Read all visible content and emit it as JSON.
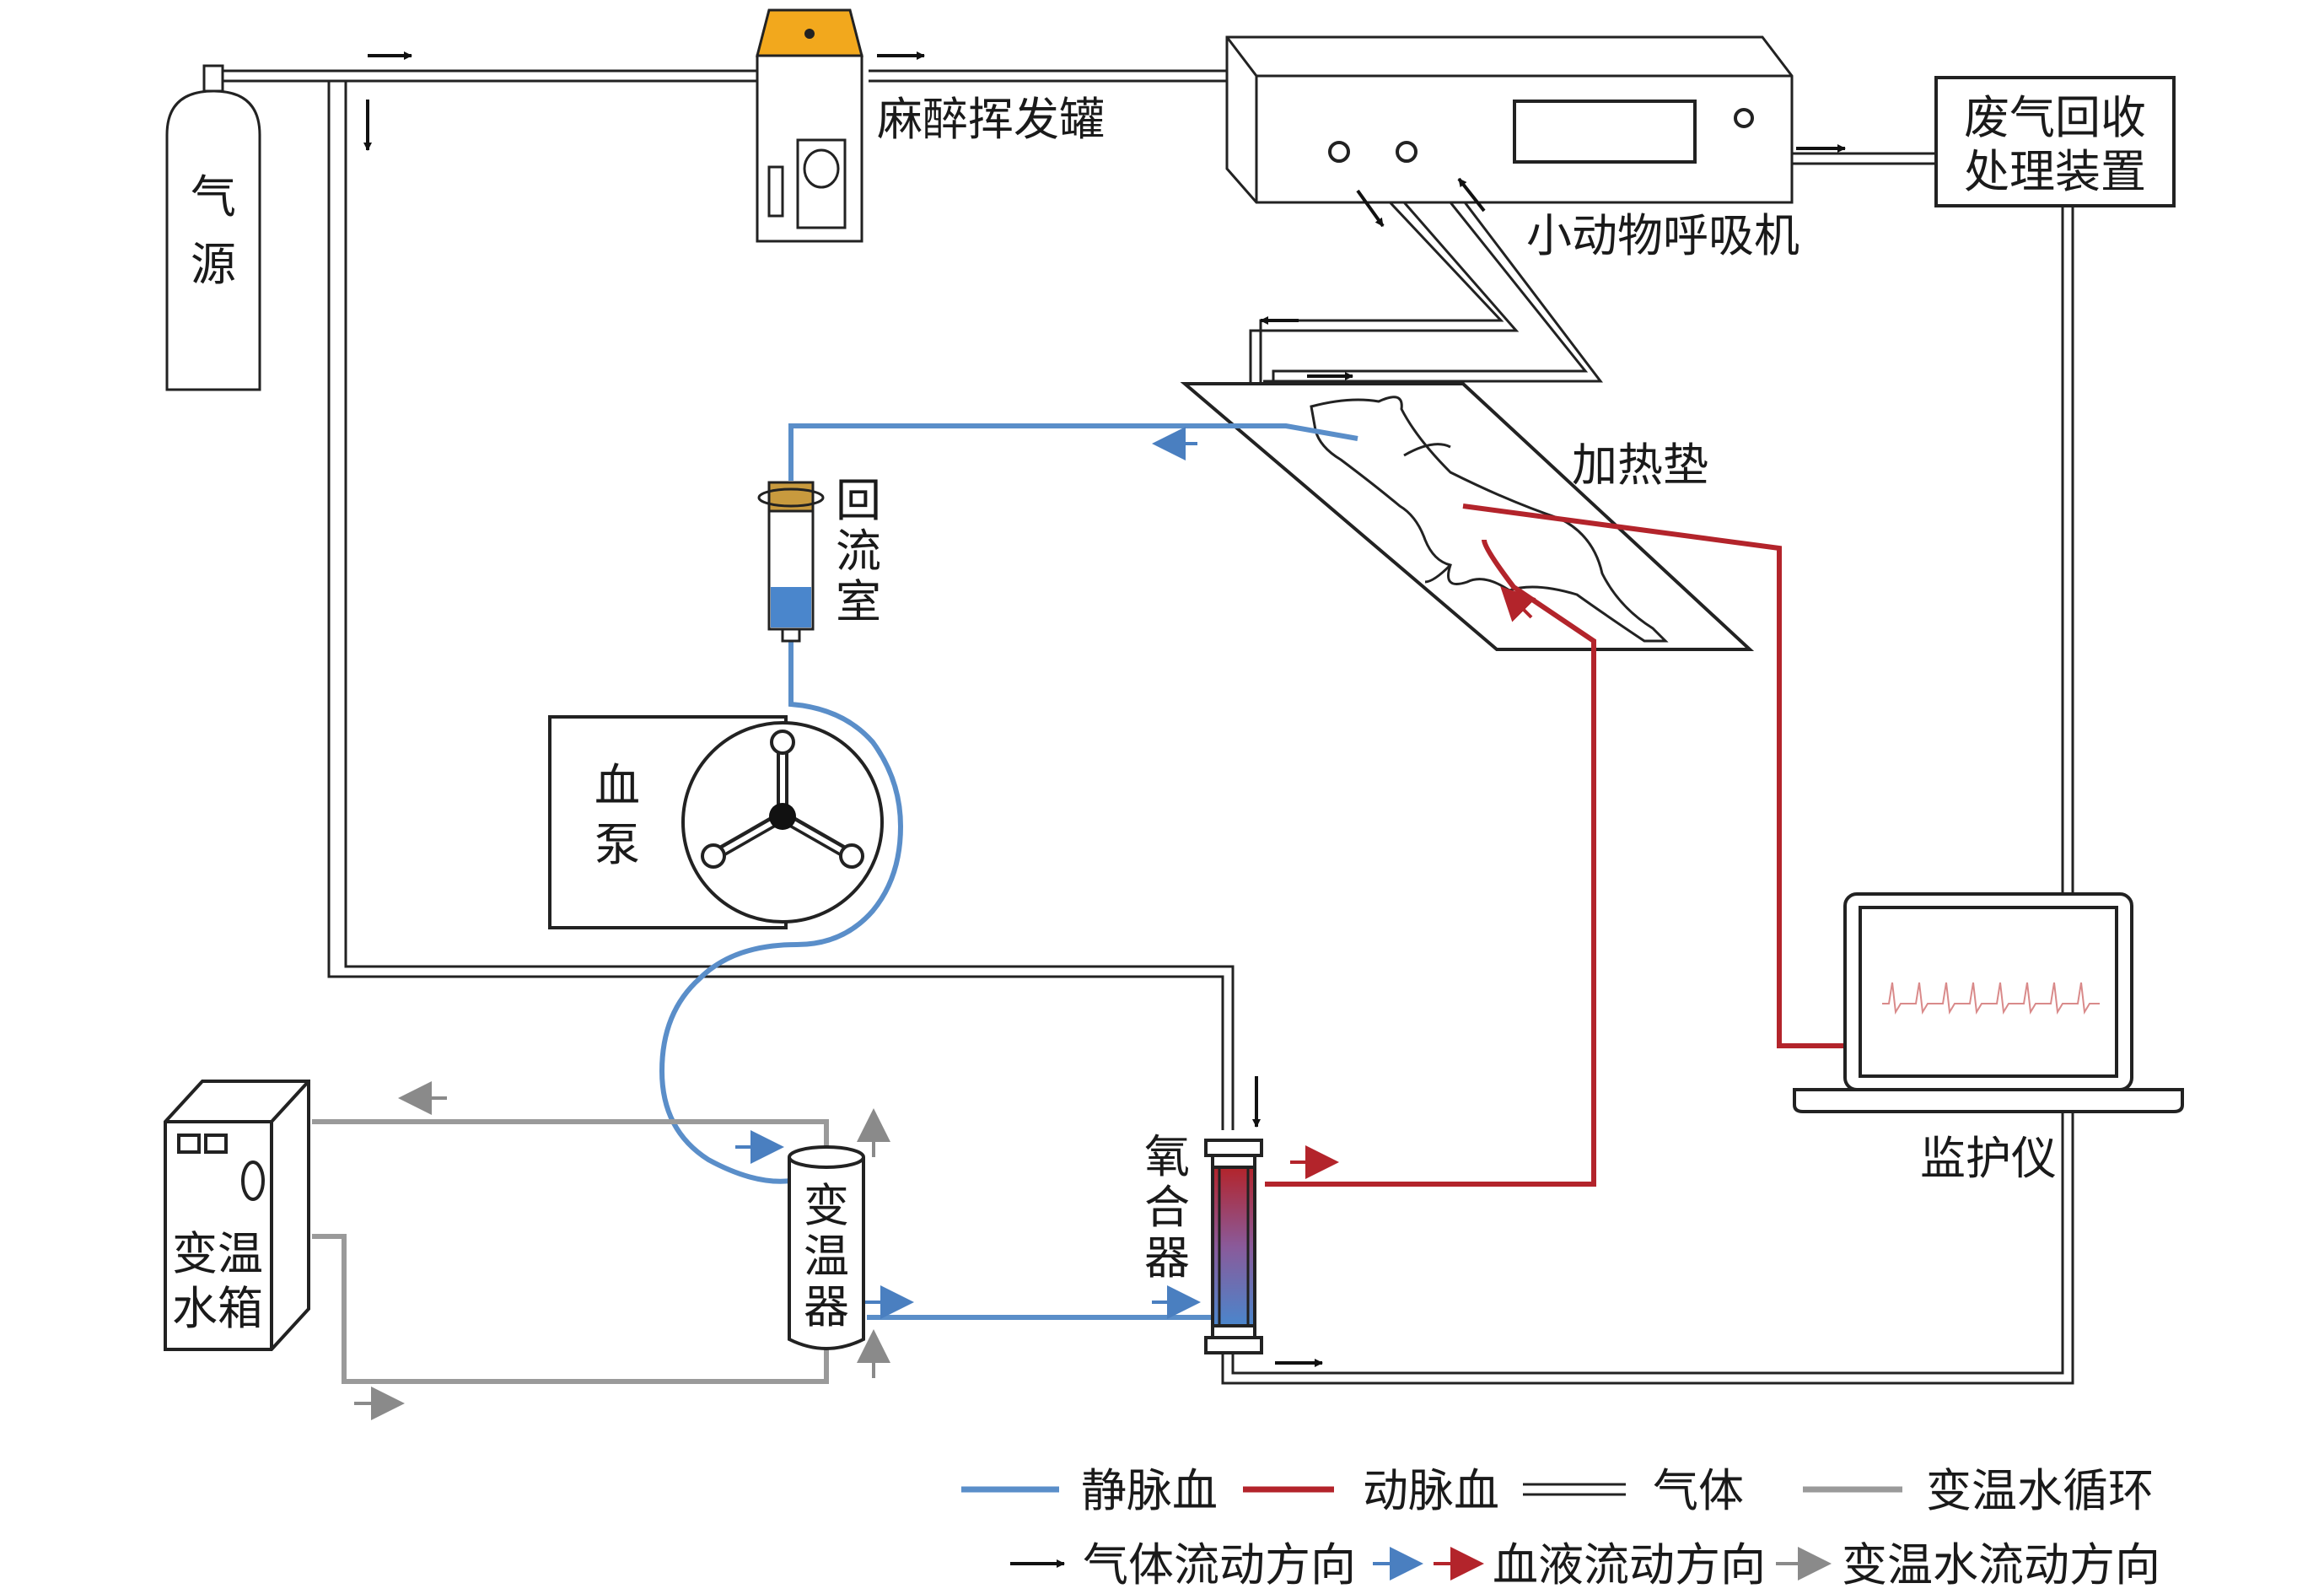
{
  "colors": {
    "venous": "#5a8ec9",
    "arterial": "#b3242b",
    "gas": "#222222",
    "water": "#9a9a9a",
    "accent_orange": "#f2a81d",
    "cap_tan": "#c89a3e"
  },
  "labels": {
    "gas_source": [
      "气",
      "源"
    ],
    "vaporizer": "麻醉挥发罐",
    "ventilator": "小动物呼吸机",
    "waste_gas": [
      "废气回收",
      "处理装置"
    ],
    "heating_pad": "加热垫",
    "reflux_chamber": [
      "回",
      "流",
      "室"
    ],
    "blood_pump": [
      "血",
      "泵"
    ],
    "water_tank": [
      "变温",
      "水箱"
    ],
    "heat_exchanger": [
      "变",
      "温",
      "器"
    ],
    "oxygenator": [
      "氧",
      "合",
      "器"
    ],
    "monitor": "监护仪"
  },
  "legend": {
    "venous": "静脉血",
    "arterial": "动脉血",
    "gas": "气体",
    "water": "变温水循环",
    "gas_flow": "气体流动方向",
    "blood_flow": "血液流动方向",
    "water_flow": "变温水流动方向"
  }
}
